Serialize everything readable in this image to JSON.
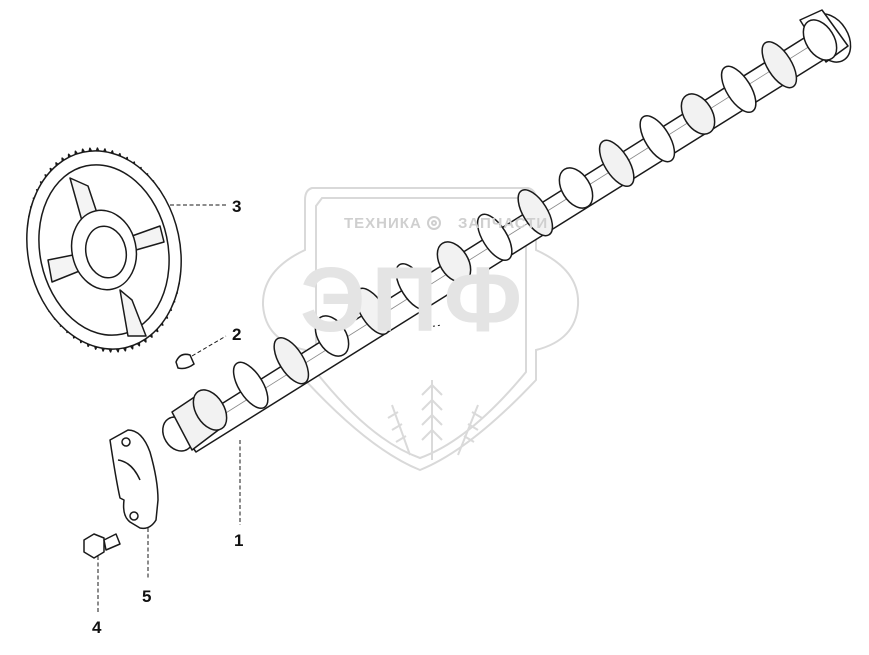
{
  "watermark": {
    "word_left": "ТЕХНИКА",
    "word_right": "ЗАПЧАСТИ",
    "logo": "ЭПФ",
    "color": "#d6d6d6"
  },
  "callouts": [
    {
      "id": "1",
      "label": "1"
    },
    {
      "id": "2",
      "label": "2"
    },
    {
      "id": "3",
      "label": "3"
    },
    {
      "id": "4",
      "label": "4"
    },
    {
      "id": "5",
      "label": "5"
    }
  ],
  "colors": {
    "line": "#1a1a1a",
    "fill": "#ffffff",
    "shade": "#e9e9e9"
  }
}
